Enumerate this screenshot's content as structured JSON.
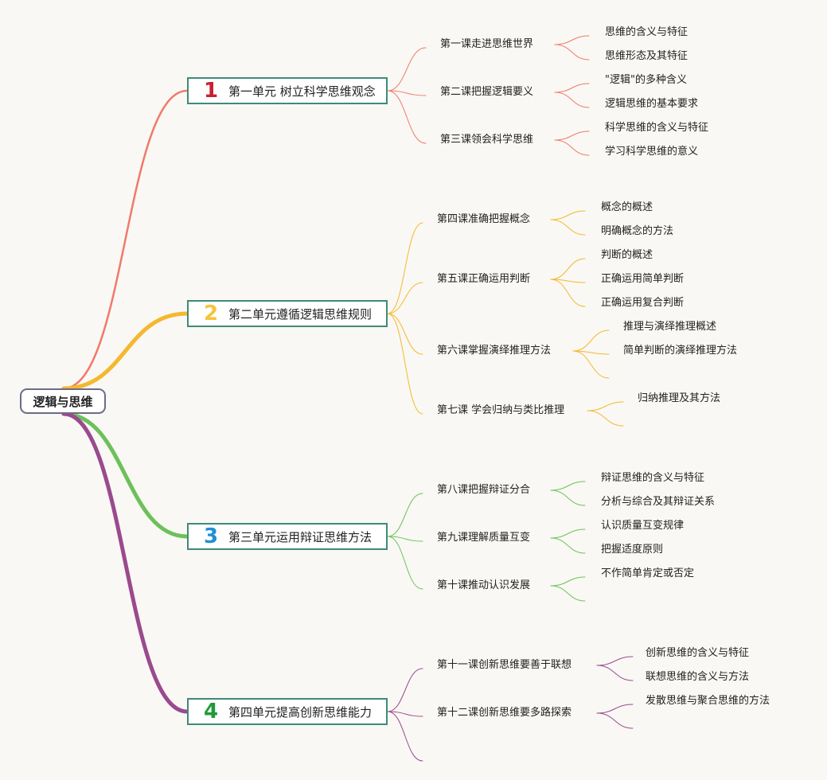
{
  "root": {
    "label": "逻辑与思维"
  },
  "units": [
    {
      "number": "1",
      "title": "第一单元 树立科学思维观念",
      "color": "#f07a6a",
      "number_color": "#c8202f",
      "lessons": [
        {
          "title": "第一课走进思维世界",
          "topics": [
            "思维的含义与特征",
            "思维形态及其特征"
          ]
        },
        {
          "title": "第二课把握逻辑要义",
          "topics": [
            "\"逻辑\"的多种含义",
            "逻辑思维的基本要求"
          ]
        },
        {
          "title": "第三课领会科学思维",
          "topics": [
            "科学思维的含义与特征",
            "学习科学思维的意义"
          ]
        }
      ]
    },
    {
      "number": "2",
      "title": "第二单元遵循逻辑思维规则",
      "color": "#f5b82e",
      "number_color": "#f5c53a",
      "lessons": [
        {
          "title": "第四课准确把握概念",
          "topics": [
            "概念的概述",
            "明确概念的方法"
          ]
        },
        {
          "title": "第五课正确运用判断",
          "topics": [
            "判断的概述",
            "正确运用简单判断",
            "正确运用复合判断"
          ]
        },
        {
          "title": "第六课掌握演绎推理方法",
          "topics": [
            "推理与演绎推理概述",
            "简单判断的演绎推理方法",
            ""
          ]
        },
        {
          "title": "第七课 学会归纳与类比推理",
          "topics": [
            "归纳推理及其方法",
            ""
          ]
        }
      ]
    },
    {
      "number": "3",
      "title": "第三单元运用辩证思维方法",
      "color": "#6cc15a",
      "number_color": "#1e8fd6",
      "lessons": [
        {
          "title": "第八课把握辩证分合",
          "topics": [
            "辩证思维的含义与特征",
            "分析与综合及其辩证关系"
          ]
        },
        {
          "title": "第九课理解质量互变",
          "topics": [
            "认识质量互变规律",
            "把握适度原则"
          ]
        },
        {
          "title": "第十课推动认识发展",
          "topics": [
            "不作简单肯定或否定",
            ""
          ]
        }
      ]
    },
    {
      "number": "4",
      "title": "第四单元提高创新思维能力",
      "color": "#9a4a8e",
      "number_color": "#1f9a3a",
      "lessons": [
        {
          "title": "第十一课创新思维要善于联想",
          "topics": [
            "创新思维的含义与特征",
            "联想思维的含义与方法"
          ]
        },
        {
          "title": "第十二课创新思维要多路探索",
          "topics": [
            "发散思维与聚合思维的方法",
            ""
          ]
        },
        {
          "title": "",
          "topics": []
        }
      ]
    }
  ]
}
